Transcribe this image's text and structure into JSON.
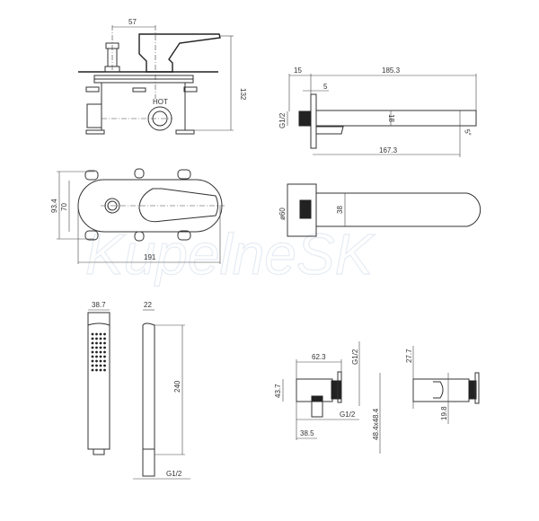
{
  "watermark": "KupelneSK",
  "mixer_side": {
    "dim_axis": "57",
    "dim_height": "132",
    "label_hot": "HOT"
  },
  "spout_side": {
    "dim_flange": "15",
    "dim_length": "185.3",
    "dim_gap": "5",
    "dim_thread": "G1/2",
    "dim_height": "18",
    "dim_angle": "5°",
    "dim_reach": "167.3"
  },
  "mixer_front": {
    "dim_outer_height": "93.4",
    "dim_height": "70",
    "dim_width": "191"
  },
  "spout_top": {
    "dim_diameter": "ø60",
    "dim_width": "38"
  },
  "hand_shower": {
    "dim_width": "38.7",
    "dim_depth": "22",
    "dim_length": "240",
    "dim_thread": "G1/2"
  },
  "wall_outlet": {
    "dim_length": "62.3",
    "dim_thread_top": "G1/2",
    "dim_height": "43.7",
    "dim_thread": "G1/2",
    "dim_offset": "38.5",
    "dim_plate": "48.4x48.4"
  },
  "holder": {
    "dim_top": "27.7",
    "dim_bottom": "19.8"
  }
}
